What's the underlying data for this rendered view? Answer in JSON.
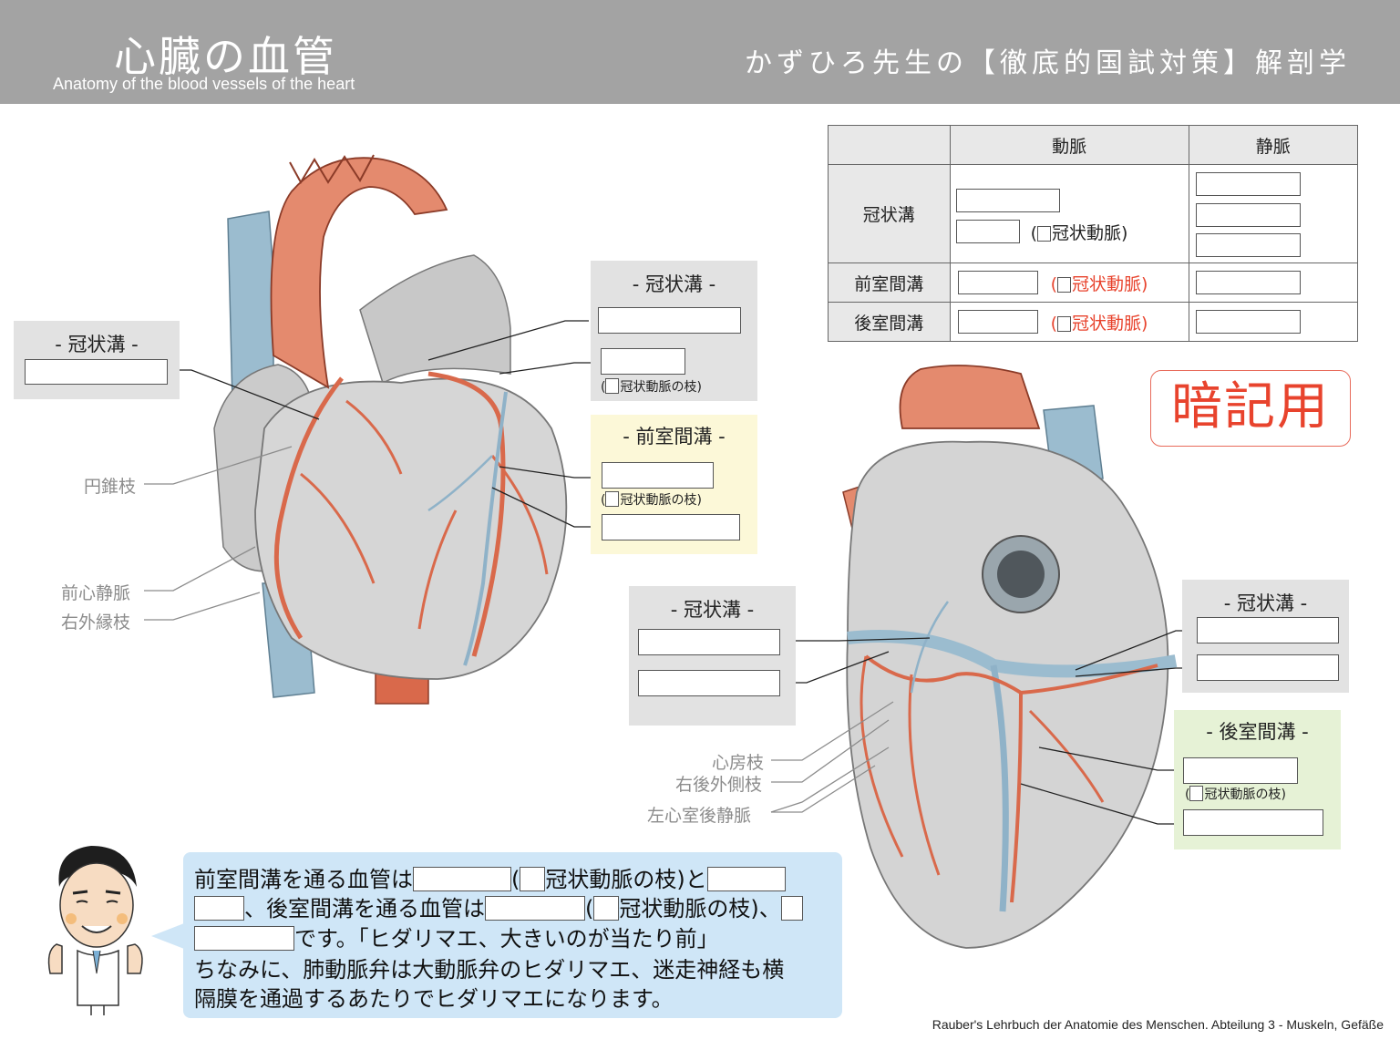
{
  "header": {
    "title": "心臓の血管",
    "subtitle": "Anatomy of the blood vessels of the heart",
    "series": "かずひろ先生の【徹底的国試対策】解剖学"
  },
  "left_boxes": {
    "coronary_left_title": "- 冠状溝 -",
    "coronary_top_title": "- 冠状溝 -",
    "coronary_top_branch": "冠状動脈の枝)",
    "ant_interventricular_title": "- 前室間溝 -",
    "ant_branch": "冠状動脈の枝)"
  },
  "left_gray_labels": {
    "conus": "円錐枝",
    "anterior_cardiac_vein": "前心静脈",
    "right_marginal": "右外縁枝"
  },
  "right_boxes": {
    "coronary_left_title": "- 冠状溝 -",
    "coronary_right_title": "- 冠状溝 -",
    "post_interventricular_title": "- 後室間溝 -",
    "post_branch": "冠状動脈の枝)"
  },
  "right_gray_labels": {
    "atrial": "心房枝",
    "right_post_lateral": "右後外側枝",
    "left_ventricle_post_vein": "左心室後静脈"
  },
  "table": {
    "col_artery": "動脈",
    "col_vein": "静脈",
    "row1": "冠状溝",
    "row2": "前室間溝",
    "row3": "後室間溝",
    "coronary_artery_suffix": "冠状動脈)",
    "paren_open": "("
  },
  "memo": "暗記用",
  "bubble": {
    "l1a": "前室間溝を通る血管は",
    "l1b": "(",
    "l1c": "冠状動脈の枝)と",
    "l2a": "、後室間溝を通る血管は",
    "l2b": "(",
    "l2c": "冠状動脈の枝)、",
    "l3a": "です。「ヒダリマエ、大きいのが当たり前」",
    "l4": "ちなみに、肺動脈弁は大動脈弁のヒダリマエ、迷走神経も横",
    "l5": "隔膜を通過するあたりでヒダリマエになります。"
  },
  "credit": "Rauber's Lehrbuch der Anatomie des Menschen. Abteilung 3 - Muskeln, Gefäße",
  "colors": {
    "artery": "#d9694b",
    "vein": "#8fb2c8",
    "heart": "#d3d3d3",
    "accent_red": "#e8432d"
  }
}
